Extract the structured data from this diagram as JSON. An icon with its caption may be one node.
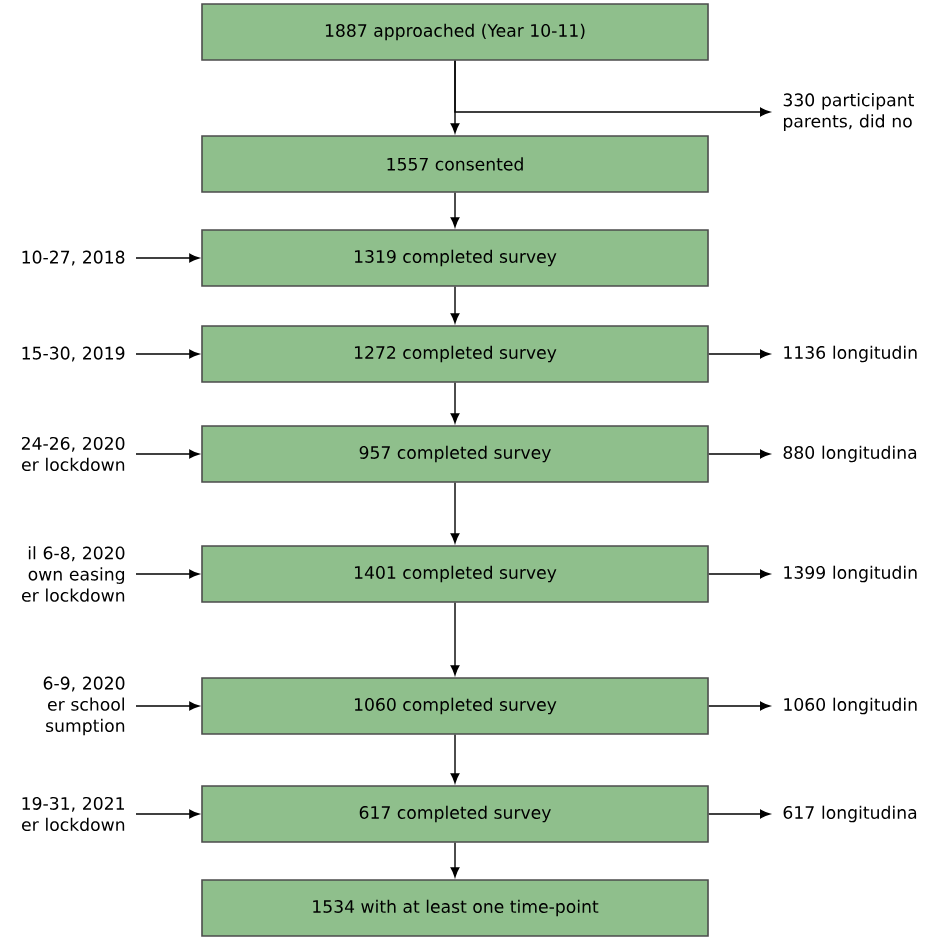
{
  "diagram": {
    "nodes": [
      {
        "text": [
          "1887 approached (Year 10-11)"
        ]
      },
      {
        "text": [
          "330 participant parents, did no"
        ]
      },
      {
        "text": [
          "1557 consented"
        ]
      },
      {
        "text": [
          "10-27, 2018"
        ]
      },
      {
        "text": [
          "1319 completed survey"
        ]
      },
      {
        "text": [
          "15-30, 2019"
        ]
      },
      {
        "text": [
          "1272 completed survey"
        ]
      },
      {
        "text": [
          "1136 longitudin"
        ]
      },
      {
        "text": [
          "24-26, 2020 er lockdown"
        ]
      },
      {
        "text": [
          "957 completed survey"
        ]
      },
      {
        "text": [
          "880 longitudina"
        ]
      },
      {
        "text": [
          "il 6-8, 2020 own easing er lockdown"
        ]
      },
      {
        "text": [
          "1401 completed survey"
        ]
      },
      {
        "text": [
          "1399 longitudin"
        ]
      },
      {
        "text": [
          "6-9, 2020 er school sumption"
        ]
      },
      {
        "text": [
          "1060 completed survey"
        ]
      },
      {
        "text": [
          "1060 longitudin"
        ]
      },
      {
        "text": [
          "19-31, 2021 er lockdown"
        ]
      },
      {
        "text": [
          "617 completed survey"
        ]
      },
      {
        "text": [
          "617 longitudina"
        ]
      },
      {
        "text": [
          "1534 with at least one time-point"
        ]
      }
    ],
    "edges": [
      {
        "from": 0,
        "to": 2,
        "arrow": "to"
      },
      {
        "from": 0,
        "to": 1,
        "arrow": "to"
      },
      {
        "from": 2,
        "to": 4,
        "arrow": "to"
      },
      {
        "from": 3,
        "to": 4,
        "arrow": "to"
      },
      {
        "from": 4,
        "to": 6,
        "arrow": "to"
      },
      {
        "from": 5,
        "to": 6,
        "arrow": "to"
      },
      {
        "from": 6,
        "to": 7,
        "arrow": "to"
      },
      {
        "from": 6,
        "to": 9,
        "arrow": "to"
      },
      {
        "from": 8,
        "to": 9,
        "arrow": "to"
      },
      {
        "from": 9,
        "to": 10,
        "arrow": "to"
      },
      {
        "from": 9,
        "to": 12,
        "arrow": "to"
      },
      {
        "from": 11,
        "to": 12,
        "arrow": "to"
      },
      {
        "from": 12,
        "to": 13,
        "arrow": "to"
      },
      {
        "from": 12,
        "to": 15,
        "arrow": "to"
      },
      {
        "from": 14,
        "to": 15,
        "arrow": "to"
      },
      {
        "from": 15,
        "to": 16,
        "arrow": "to"
      },
      {
        "from": 15,
        "to": 18,
        "arrow": "to"
      },
      {
        "from": 17,
        "to": 18,
        "arrow": "to"
      },
      {
        "from": 18,
        "to": 19,
        "arrow": "to"
      },
      {
        "from": 18,
        "to": 20,
        "arrow": "to"
      }
    ]
  }
}
